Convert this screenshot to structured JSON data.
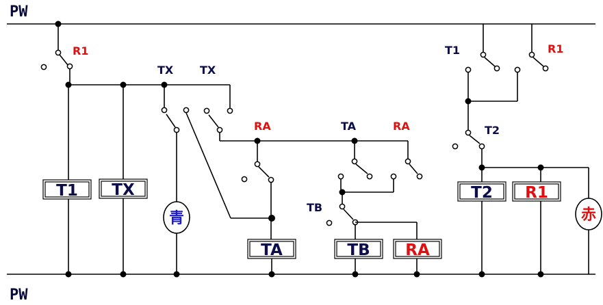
{
  "rails": {
    "top": "PW",
    "bottom": "PW"
  },
  "switch_labels": {
    "r1_left": "R1",
    "tx_1": "TX",
    "tx_2": "TX",
    "ra_mid": "RA",
    "ta_mid": "TA",
    "ra_right": "RA",
    "tb": "TB",
    "t1_top": "T1",
    "r1_top": "R1",
    "t2": "T2"
  },
  "relays": {
    "t1": "T1",
    "tx": "TX",
    "ta": "TA",
    "tb": "TB",
    "ra": "RA",
    "t2": "T2",
    "r1": "R1"
  },
  "lamps": {
    "blue": "青",
    "red": "赤"
  },
  "colors": {
    "navy": "#0d0d4a",
    "red": "#e01010",
    "blue": "#1a1ad0"
  }
}
